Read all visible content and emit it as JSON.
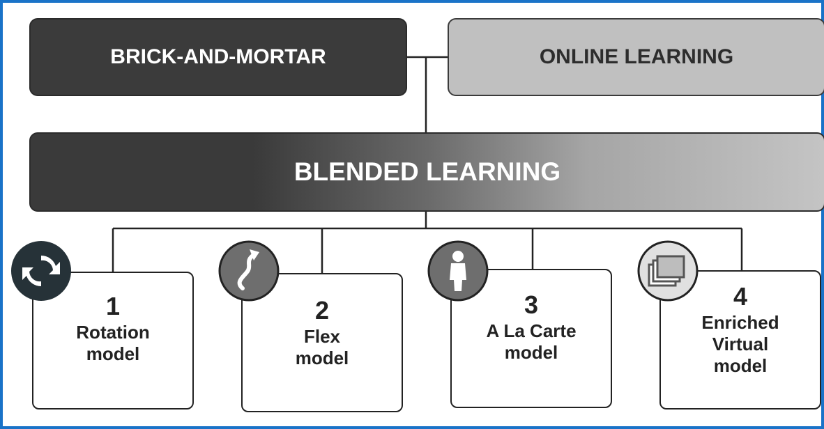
{
  "top": {
    "brick_label": "BRICK-AND-MORTAR",
    "online_label": "ONLINE LEARNING"
  },
  "blended": {
    "label": "BLENDED LEARNING"
  },
  "models": [
    {
      "number": "1",
      "lines": [
        "Rotation",
        "model"
      ],
      "icon": "rotation-icon"
    },
    {
      "number": "2",
      "lines": [
        "Flex",
        "model"
      ],
      "icon": "flex-icon"
    },
    {
      "number": "3",
      "lines": [
        "A La Carte",
        "model"
      ],
      "icon": "person-icon"
    },
    {
      "number": "4",
      "lines": [
        "Enriched",
        "Virtual",
        "model"
      ],
      "icon": "stacked-windows-icon"
    }
  ],
  "colors": {
    "frame": "#1a73c8",
    "dark": "#3b3b3b",
    "light": "#c0c0c0",
    "icon_dark": "#263238",
    "icon_gray": "#6e6e6e",
    "icon_light": "#c8c8c8"
  }
}
